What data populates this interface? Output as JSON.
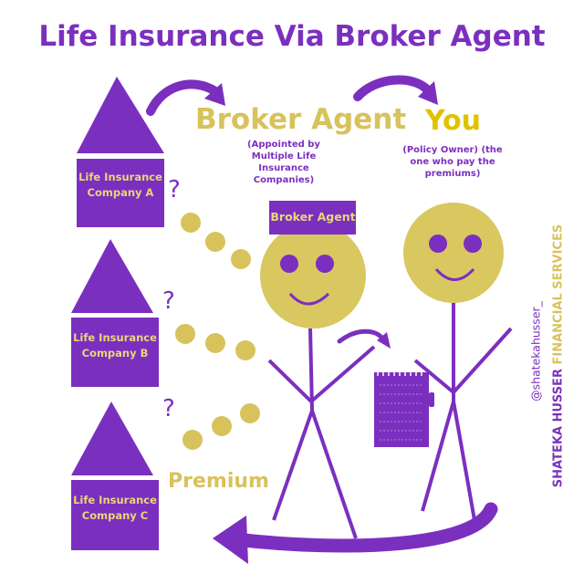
{
  "title": "Life Insurance Via Broker Agent",
  "companies": [
    {
      "label": "Life Insurance Company A"
    },
    {
      "label": "Life Insurance Company B"
    },
    {
      "label": "Life Insurance Company C"
    }
  ],
  "question_mark": "?",
  "broker": {
    "heading": "Broker Agent",
    "note": "(Appointed by Multiple Life Insurance Companies)",
    "hat_label": "Broker Agent"
  },
  "you": {
    "heading": "You",
    "note": "(Policy Owner) (the one who pay the premiums)"
  },
  "premium_label": "Premium",
  "credit": {
    "name": "SHATEKA HUSSER",
    "business": "FINANCIAL SERVICES",
    "handle": "@shatekahusser_"
  },
  "colors": {
    "purple": "#7b2fbf",
    "gold": "#d8c25c",
    "face": "#d9c760"
  }
}
